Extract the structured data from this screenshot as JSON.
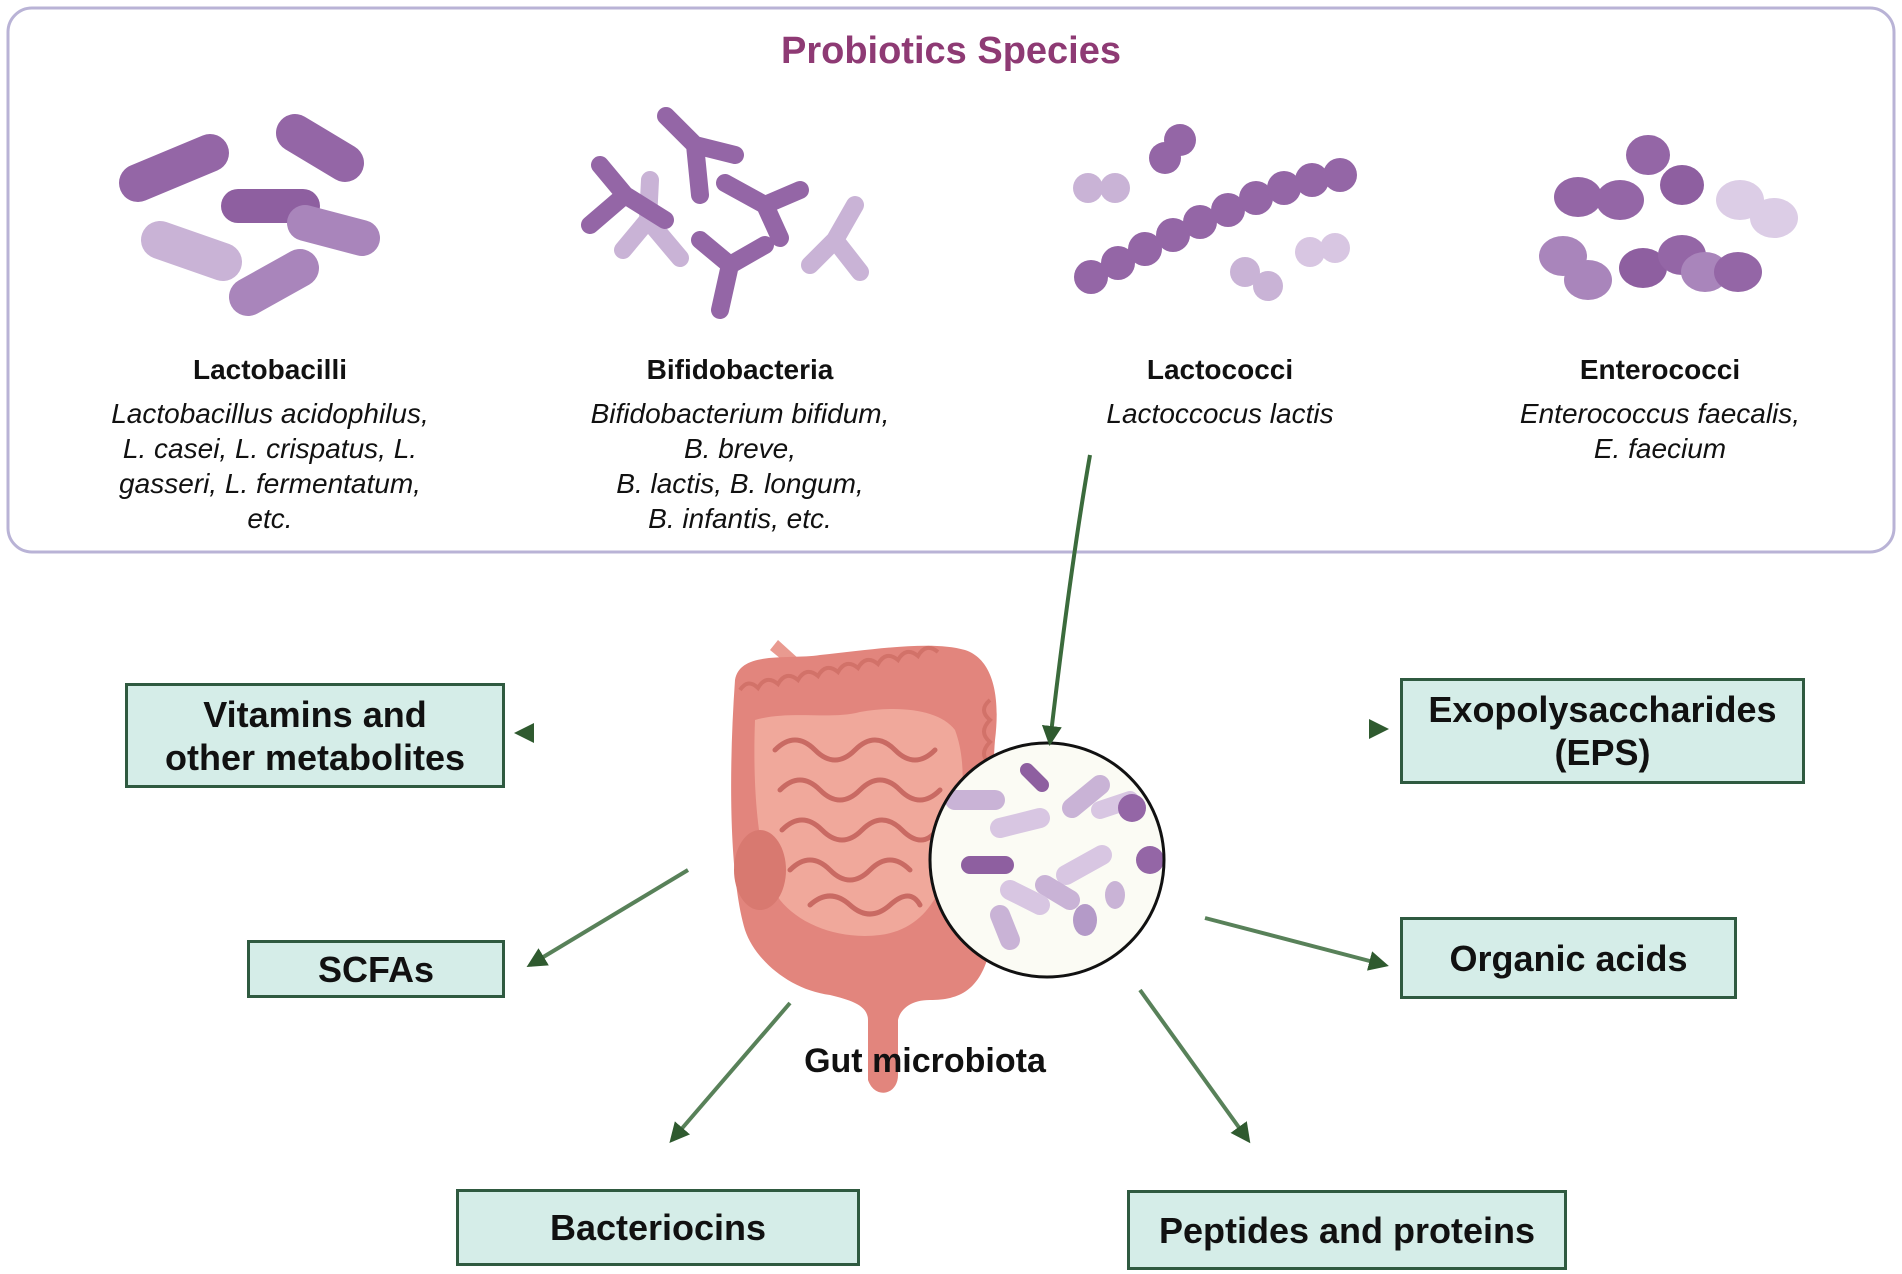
{
  "title": "Probiotics Species",
  "species": [
    {
      "genus": "Lactobacilli",
      "lines": [
        "Lactobacillus acidophilus,",
        "L. casei, L. crispatus, L.",
        "gasseri, L. fermentatum,",
        "etc."
      ],
      "icon": "rod-bacteria-icon"
    },
    {
      "genus": "Bifidobacteria",
      "lines": [
        "Bifidobacterium bifidum,",
        "B. breve,",
        "B. lactis, B. longum,",
        "B. infantis, etc."
      ],
      "icon": "branched-bacteria-icon"
    },
    {
      "genus": "Lactococci",
      "lines": [
        "Lactoccocus lactis"
      ],
      "icon": "coccus-chain-icon"
    },
    {
      "genus": "Enterococci",
      "lines": [
        "Enterococcus faecalis,",
        "E. faecium"
      ],
      "icon": "diplococci-icon"
    }
  ],
  "center_label": "Gut microbiota",
  "outputs": {
    "vitamins": [
      "Vitamins and",
      "other metabolites"
    ],
    "scfa": "SCFAs",
    "bacteriocins": "Bacteriocins",
    "eps": [
      "Exopolysaccharides",
      "(EPS)"
    ],
    "organic_acids": "Organic acids",
    "peptides": "Peptides and proteins"
  },
  "colors": {
    "title": "#8e3a74",
    "bacteria_dark": "#9466a6",
    "bacteria_light": "#c9b3d6",
    "box_fill": "#d5ede8",
    "box_border": "#2f5a40",
    "arrow": "#3b6b3c",
    "intestine": "#e2857d"
  }
}
